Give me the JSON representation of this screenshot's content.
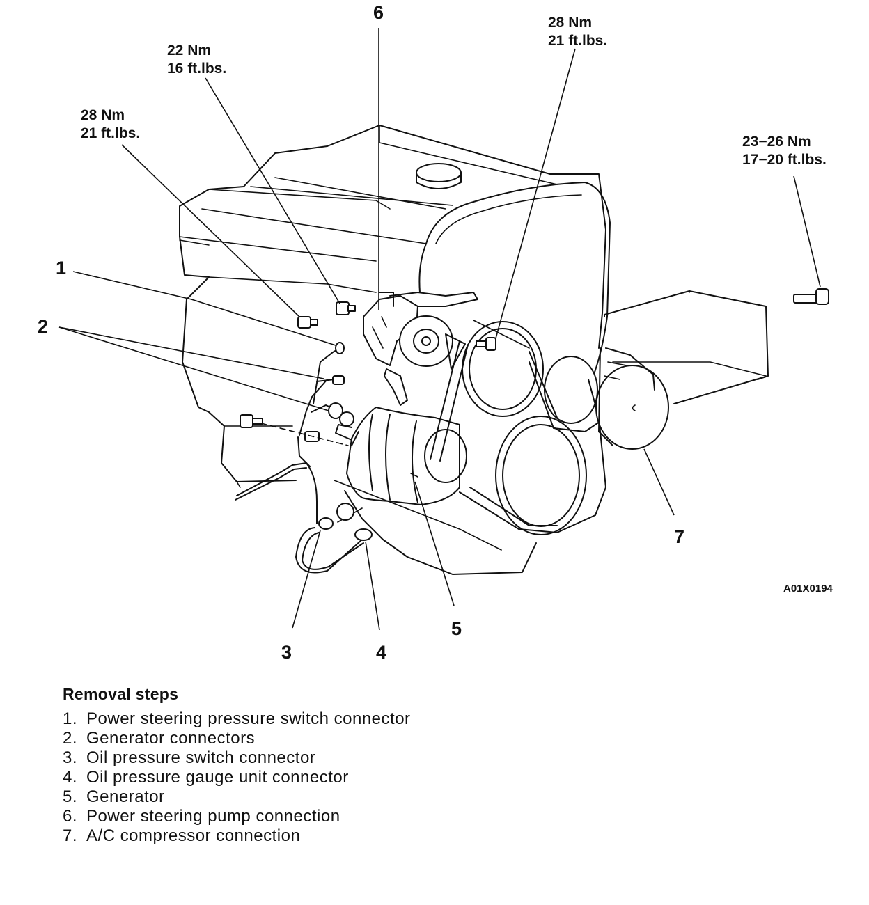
{
  "callouts": {
    "c1": "1",
    "c2": "2",
    "c3": "3",
    "c4": "4",
    "c5": "5",
    "c6": "6",
    "c7": "7"
  },
  "torques": {
    "t_left_28": {
      "nm": "28 Nm",
      "ftlbs": "21 ft.lbs."
    },
    "t_22": {
      "nm": "22 Nm",
      "ftlbs": "16 ft.lbs."
    },
    "t_right_28": {
      "nm": "28 Nm",
      "ftlbs": "21 ft.lbs."
    },
    "t_23_26": {
      "nm": "23−26 Nm",
      "ftlbs": "17−20 ft.lbs."
    }
  },
  "figure_code": "A01X0194",
  "removal_steps": {
    "title": "Removal steps",
    "items": [
      {
        "num": "1.",
        "text": "Power steering pressure switch connector"
      },
      {
        "num": "2.",
        "text": "Generator connectors"
      },
      {
        "num": "3.",
        "text": "Oil pressure switch connector"
      },
      {
        "num": "4.",
        "text": "Oil pressure gauge unit connector"
      },
      {
        "num": "5.",
        "text": "Generator"
      },
      {
        "num": "6.",
        "text": "Power steering pump connection"
      },
      {
        "num": "7.",
        "text": "A/C compressor connection"
      }
    ]
  }
}
